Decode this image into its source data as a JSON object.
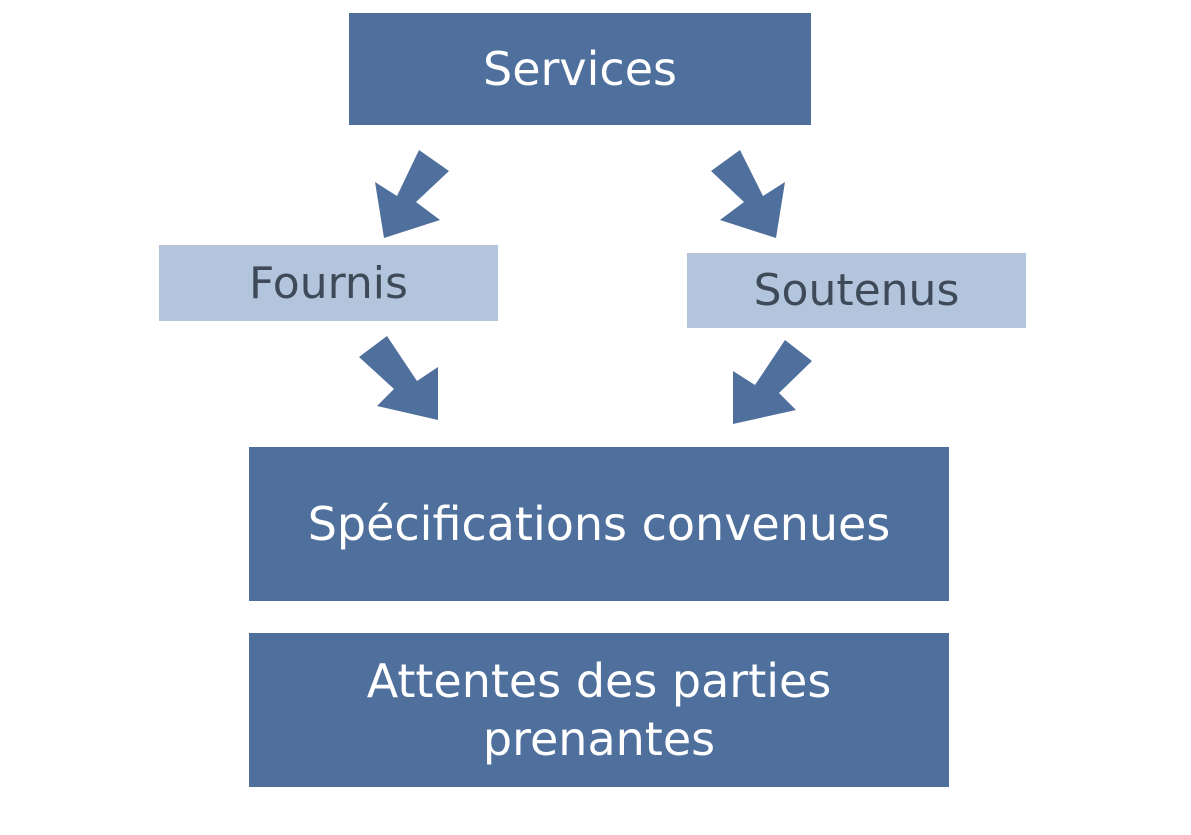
{
  "colors": {
    "dark_box": "#4f6f9c",
    "light_box": "#b3c5dd",
    "arrow": "#4f6f9c",
    "dark_text": "#ffffff",
    "light_text": "#3e4a58"
  },
  "nodes": {
    "services": "Services",
    "fournis": "Fournis",
    "soutenus": "Soutenus",
    "specifications": "Spécifications convenues",
    "attentes": "Attentes des parties prenantes"
  },
  "connections": [
    {
      "from": "services",
      "to": "fournis"
    },
    {
      "from": "services",
      "to": "soutenus"
    },
    {
      "from": "fournis",
      "to": "specifications"
    },
    {
      "from": "soutenus",
      "to": "specifications"
    }
  ]
}
